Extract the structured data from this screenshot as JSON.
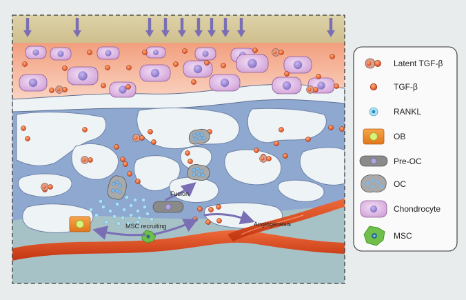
{
  "diagram": {
    "labels": {
      "fusion": "Fusion",
      "msc_recruiting": "MSC recruiting",
      "angiogenesis": "Angiogenesis"
    }
  },
  "legend": {
    "items": [
      {
        "label": "Latent TGF-β",
        "icon": "latent-tgf-beta-icon"
      },
      {
        "label": "TGF-β",
        "icon": "tgf-beta-icon"
      },
      {
        "label": "RANKL",
        "icon": "rankl-icon"
      },
      {
        "label": "OB",
        "icon": "osteoblast-icon"
      },
      {
        "label": "Pre-OC",
        "icon": "pre-osteoclast-icon"
      },
      {
        "label": "OC",
        "icon": "osteoclast-icon"
      },
      {
        "label": "Chondrocyte",
        "icon": "chondrocyte-icon"
      },
      {
        "label": "MSC",
        "icon": "msc-icon"
      }
    ]
  },
  "colors": {
    "background": "#e8ecec",
    "pressure_band": "#d8cba0",
    "arrow": "#7a6fb4",
    "cartilage": "#f6c0a4",
    "bone_matrix": "#8fa8d0",
    "marrow": "#eef4f6",
    "vessel": "#d8431c",
    "tgf": "#e2561e",
    "chondrocyte": "#dcb4e0",
    "osteoclast": "#a9a9a9"
  }
}
